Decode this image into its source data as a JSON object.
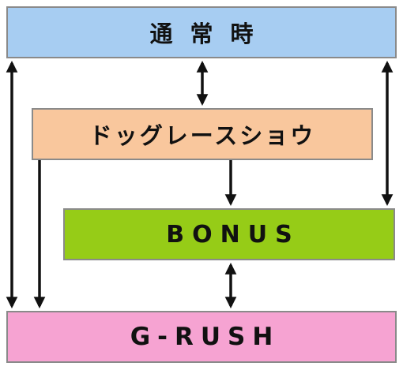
{
  "boxes": {
    "normal": {
      "label": "通常時"
    },
    "dog_race_show": {
      "label": "ドッグレースショウ"
    },
    "bonus": {
      "label": "BONUS"
    },
    "grush": {
      "label": "G-RUSH"
    }
  },
  "connections": [
    {
      "from": "normal",
      "to": "grush",
      "direction": "both"
    },
    {
      "from": "normal",
      "to": "dog_race_show",
      "direction": "both"
    },
    {
      "from": "normal",
      "to": "bonus",
      "direction": "both"
    },
    {
      "from": "dog_race_show",
      "to": "bonus",
      "direction": "forward"
    },
    {
      "from": "dog_race_show",
      "to": "grush",
      "direction": "forward"
    },
    {
      "from": "bonus",
      "to": "grush",
      "direction": "both"
    }
  ],
  "colors": {
    "normal": "#a7cdf2",
    "dog_race_show": "#f9c79d",
    "bonus": "#96cc17",
    "grush": "#f6a3d2",
    "border": "#8a8a8a",
    "arrow": "#111111"
  }
}
